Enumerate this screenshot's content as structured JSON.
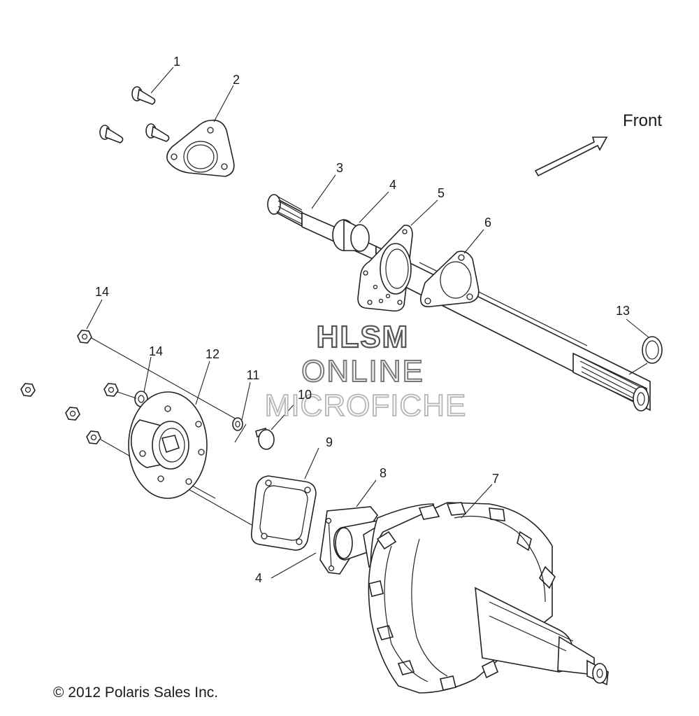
{
  "diagram": {
    "direction_label": "Front",
    "copyright": "© 2012 Polaris Sales Inc.",
    "watermark": {
      "line1": "HLSM",
      "line2": "ONLINE",
      "line3": "MICROFICHE"
    },
    "callouts": {
      "c1": "1",
      "c2": "2",
      "c3": "3",
      "c4a": "4",
      "c4b": "4",
      "c5": "5",
      "c6": "6",
      "c7": "7",
      "c8": "8",
      "c9": "9",
      "c10": "10",
      "c11": "11",
      "c12": "12",
      "c13": "13",
      "c14a": "14",
      "c14b": "14"
    }
  }
}
